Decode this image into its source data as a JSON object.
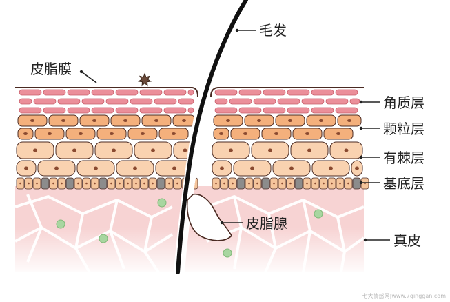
{
  "labels": {
    "hair": "毛发",
    "sebum_film": "皮脂膜",
    "stratum_corneum": "角质层",
    "stratum_granulosum": "颗粒层",
    "stratum_spinosum": "有棘层",
    "stratum_basale": "基底层",
    "sebaceous_gland": "皮脂腺",
    "dermis": "真皮"
  },
  "watermark": "七大情感网|www.7qinggan.com",
  "colors": {
    "outline": "#4a2a22",
    "corneum": "#eb8f9a",
    "granulosum": "#f4b07c",
    "spinosum": "#f9d2b0",
    "nucleus": "#8a4a30",
    "basal_light": "#f5c59c",
    "basal_gray": "#8c8c8c",
    "dermis": "#f7d3d3",
    "dermis_fiber": "#ffffff",
    "dermis_cell": "#a8d6a0",
    "hair": "#111111",
    "gland_fill": "#ffffff"
  }
}
